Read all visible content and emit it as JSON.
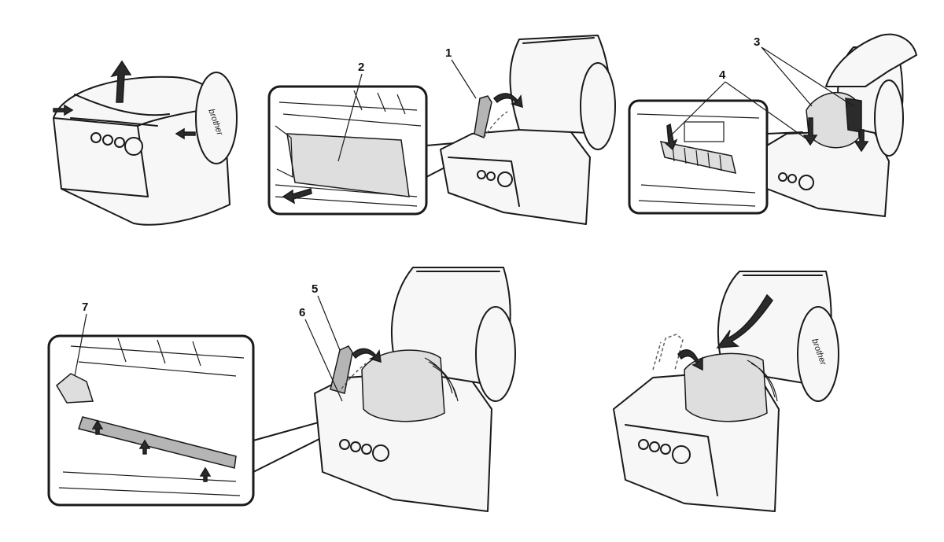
{
  "callouts": [
    "1",
    "2",
    "3",
    "4",
    "5",
    "6",
    "7"
  ],
  "brand_text": "brother",
  "panels": [
    {
      "name": "step-open-cover"
    },
    {
      "name": "step-remove-protective-sheet"
    },
    {
      "name": "step-insert-spool"
    },
    {
      "name": "step-feed-label-roll"
    },
    {
      "name": "step-close-cover"
    }
  ],
  "colors": {
    "line": "#1a1a1a",
    "roll": "#b5b5b5",
    "paper": "#ffffff"
  }
}
